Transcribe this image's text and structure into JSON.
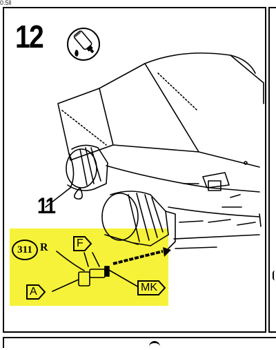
{
  "header": {
    "scrap_text": "0.5ll"
  },
  "step": {
    "number": "12",
    "icon": "glue-tube-icon"
  },
  "parts": {
    "part_11": "11",
    "part_311_number": "311",
    "part_311_suffix": "R"
  },
  "paint_codes": {
    "f": "F",
    "a": "A",
    "mk": "MK"
  },
  "colors": {
    "highlight": "#f6f23a",
    "ink": "#000000"
  }
}
